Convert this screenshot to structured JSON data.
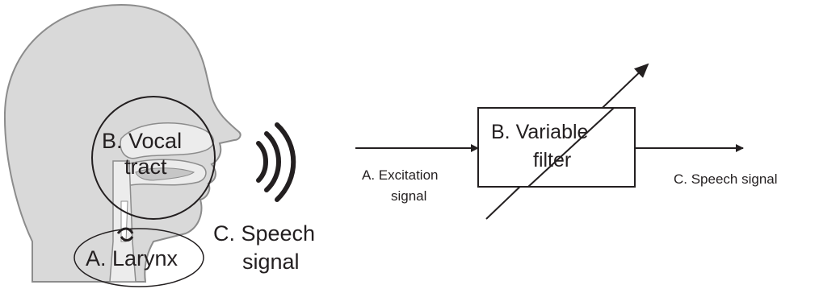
{
  "anatomy": {
    "vocal_tract_label_line1": "B. Vocal",
    "vocal_tract_label_line2": "tract",
    "larynx_label": "A. Larynx",
    "speech_signal_line1": "C. Speech",
    "speech_signal_line2": "signal"
  },
  "model": {
    "input_label_line1": "A. Excitation",
    "input_label_line2": "signal",
    "filter_label_line1": "B. Variable",
    "filter_label_line2": "filter",
    "output_label": "C. Speech signal"
  },
  "colors": {
    "head_fill": "#d9d9d9",
    "head_outline": "#8c8c8c",
    "tract_fill": "#ececec",
    "line": "#231f20"
  }
}
